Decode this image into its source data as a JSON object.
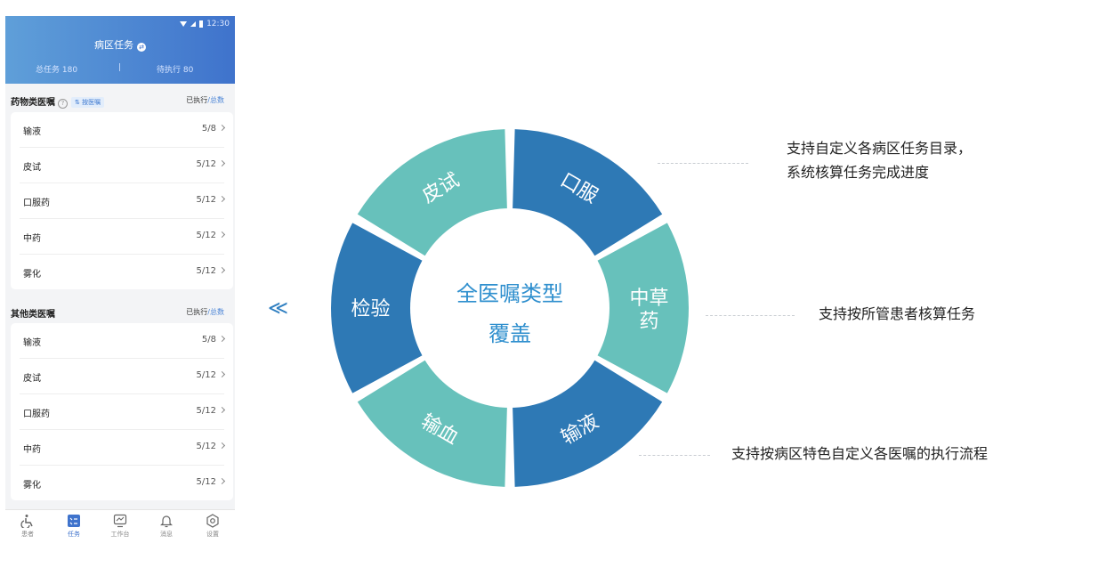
{
  "phone": {
    "status_time": "12:30",
    "title": "病区任务",
    "title_icon": "toggle-icon",
    "summary": {
      "total": "总任务 180",
      "separator": "|",
      "pending": "待执行 80"
    },
    "sections": [
      {
        "title": "药物类医嘱",
        "help": "?",
        "sort_button": "⇅ 按医嘱",
        "legend_done": "已执行",
        "legend_sep": "/",
        "legend_total": "总数",
        "rows": [
          {
            "name": "输液",
            "count": "5/8"
          },
          {
            "name": "皮试",
            "count": "5/12"
          },
          {
            "name": "口服药",
            "count": "5/12"
          },
          {
            "name": "中药",
            "count": "5/12"
          },
          {
            "name": "雾化",
            "count": "5/12"
          }
        ]
      },
      {
        "title": "其他类医嘱",
        "legend_done": "已执行",
        "legend_sep": "/",
        "legend_total": "总数",
        "rows": [
          {
            "name": "输液",
            "count": "5/8"
          },
          {
            "name": "皮试",
            "count": "5/12"
          },
          {
            "name": "口服药",
            "count": "5/12"
          },
          {
            "name": "中药",
            "count": "5/12"
          },
          {
            "name": "雾化",
            "count": "5/12"
          }
        ]
      }
    ],
    "tabs": [
      {
        "label": "患者",
        "icon": "wheelchair-icon",
        "active": false
      },
      {
        "label": "任务",
        "icon": "task-list-icon",
        "active": true
      },
      {
        "label": "工作台",
        "icon": "monitor-icon",
        "active": false
      },
      {
        "label": "消息",
        "icon": "bell-icon",
        "active": false
      },
      {
        "label": "设置",
        "icon": "gear-icon",
        "active": false
      }
    ]
  },
  "arrow": "≪",
  "donut": {
    "center_line1": "全医嘱类型",
    "center_line2": "覆盖",
    "colors": {
      "dark": "#2e79b5",
      "light": "#67c1bb",
      "center_text": "#2f8fce"
    },
    "segments": [
      {
        "label": "口服",
        "tone": "dark"
      },
      {
        "label": "中草药",
        "tone": "light"
      },
      {
        "label": "输液",
        "tone": "dark"
      },
      {
        "label": "输血",
        "tone": "light"
      },
      {
        "label": "检验",
        "tone": "dark"
      },
      {
        "label": "皮试",
        "tone": "light"
      }
    ]
  },
  "features": [
    {
      "line1": "支持自定义各病区任务目录，",
      "line2": "系统核算任务完成进度"
    },
    {
      "line1": "支持按所管患者核算任务"
    },
    {
      "line1": "支持按病区特色自定义各医嘱的执行流程"
    }
  ]
}
